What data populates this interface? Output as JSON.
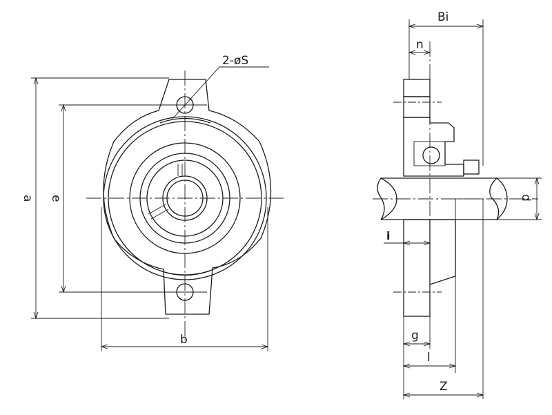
{
  "labels": {
    "hole_callout": "2-øS",
    "a": "a",
    "e": "e",
    "b": "b",
    "Bi": "Bi",
    "n": "n",
    "d": "d",
    "i": "i",
    "g": "g",
    "l": "l",
    "Z": "Z"
  },
  "colors": {
    "line": "#1a1a1a",
    "background": "#ffffff"
  }
}
